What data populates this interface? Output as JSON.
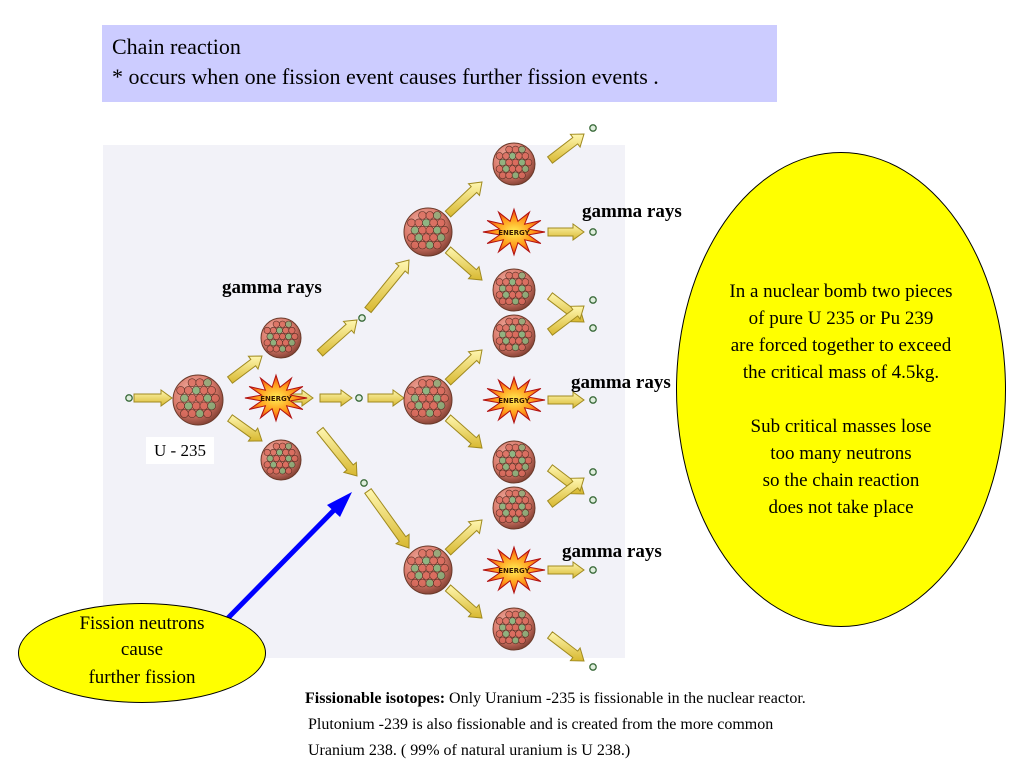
{
  "title": {
    "line1": "Chain reaction",
    "line2": "*  occurs when one fission event causes further fission events ."
  },
  "diagram": {
    "u235_label": "U - 235",
    "energy_label": "ENERGY",
    "gamma_label": "gamma rays"
  },
  "bomb_note": {
    "lines": [
      "In a nuclear bomb two pieces",
      "of pure U 235 or Pu 239",
      "are forced together to exceed",
      "the critical mass of 4.5kg.",
      "Sub critical masses lose",
      "too many neutrons",
      "so the chain reaction",
      "does not take place"
    ]
  },
  "callout": {
    "lines": [
      "Fission neutrons",
      "cause",
      "further fission"
    ]
  },
  "footer": {
    "heading": "Fissionable isotopes:",
    "line1": " Only  Uranium -235  is fissionable in the nuclear reactor.",
    "line2": "Plutonium -239 is also fissionable and is created from the more common",
    "line3": "Uranium 238.    ( 99% of natural uranium is U 238.)"
  },
  "colors": {
    "title_bg": "#ccccff",
    "ellipse": "#ffff00",
    "arrow_fill": "#f0e68c",
    "pointer": "#0000ff",
    "nucleus_red": "#d96a5c",
    "nucleus_green": "#7fb77e"
  }
}
